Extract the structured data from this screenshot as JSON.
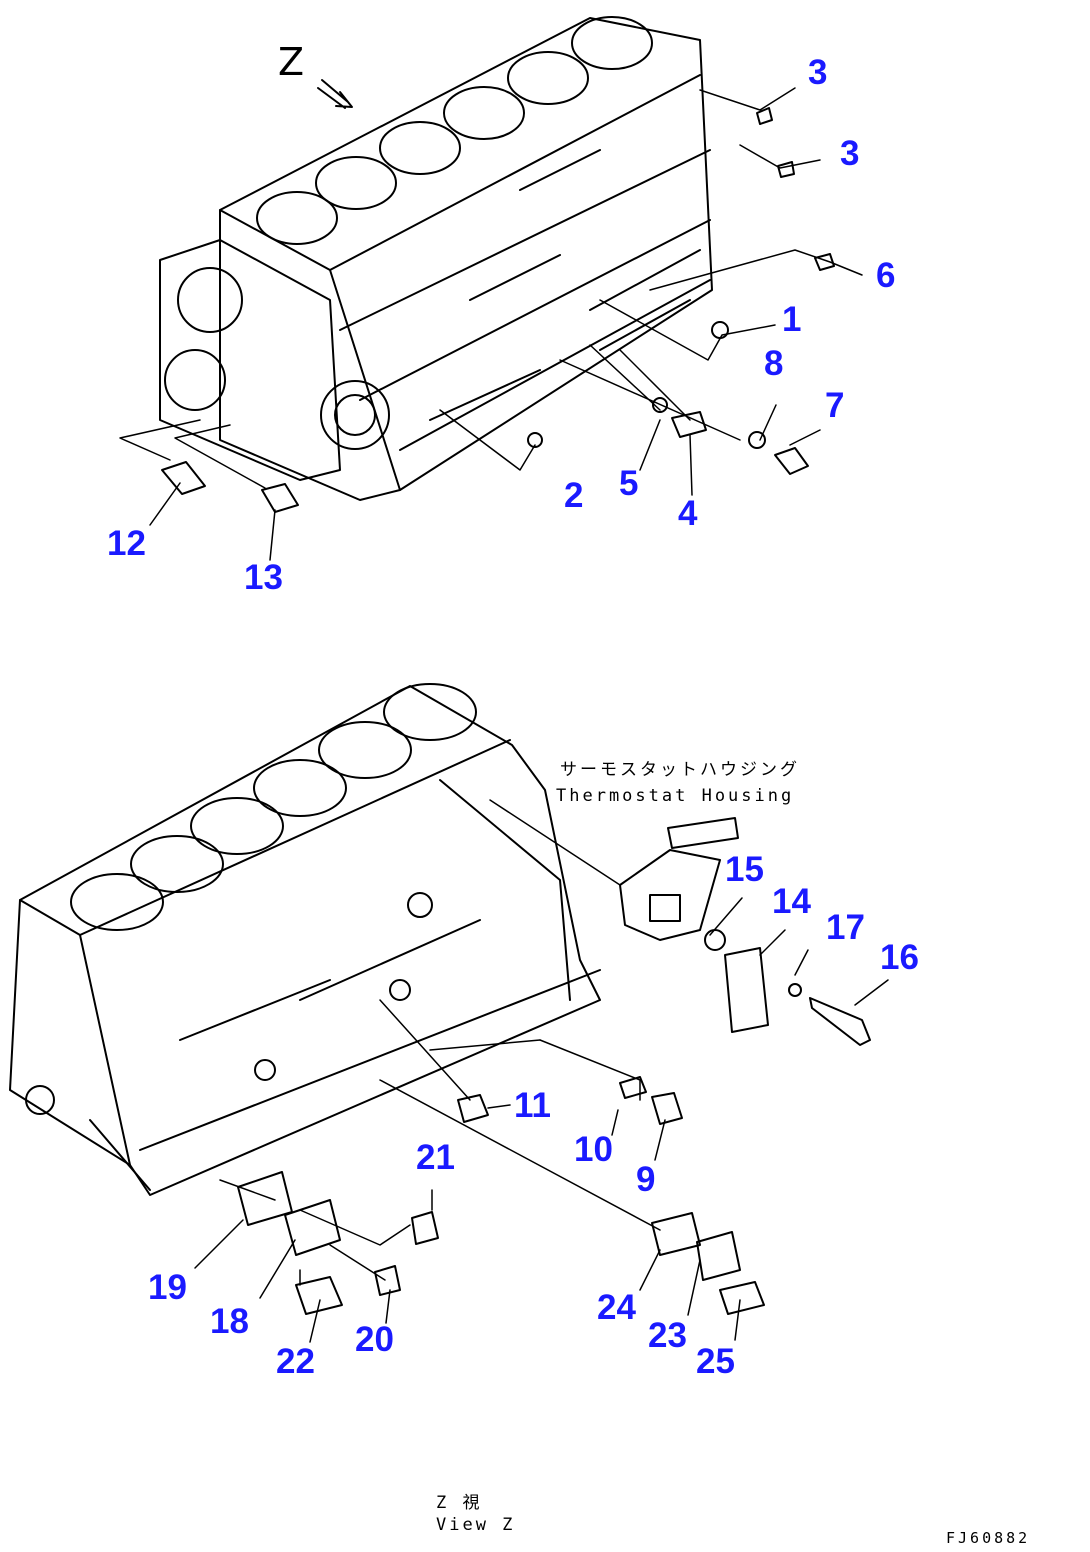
{
  "view_marker": "Z",
  "callouts": [
    {
      "id": "c3a",
      "label": "3"
    },
    {
      "id": "c3b",
      "label": "3"
    },
    {
      "id": "c6",
      "label": "6"
    },
    {
      "id": "c1",
      "label": "1"
    },
    {
      "id": "c8",
      "label": "8"
    },
    {
      "id": "c7",
      "label": "7"
    },
    {
      "id": "c2",
      "label": "2"
    },
    {
      "id": "c5",
      "label": "5"
    },
    {
      "id": "c4",
      "label": "4"
    },
    {
      "id": "c12",
      "label": "12"
    },
    {
      "id": "c13",
      "label": "13"
    },
    {
      "id": "c15",
      "label": "15"
    },
    {
      "id": "c14",
      "label": "14"
    },
    {
      "id": "c17",
      "label": "17"
    },
    {
      "id": "c16",
      "label": "16"
    },
    {
      "id": "c11",
      "label": "11"
    },
    {
      "id": "c10",
      "label": "10"
    },
    {
      "id": "c9",
      "label": "9"
    },
    {
      "id": "c21",
      "label": "21"
    },
    {
      "id": "c19",
      "label": "19"
    },
    {
      "id": "c18",
      "label": "18"
    },
    {
      "id": "c20",
      "label": "20"
    },
    {
      "id": "c22",
      "label": "22"
    },
    {
      "id": "c24",
      "label": "24"
    },
    {
      "id": "c23",
      "label": "23"
    },
    {
      "id": "c25",
      "label": "25"
    }
  ],
  "thermostat_housing": {
    "japanese": "サーモスタットハウジング",
    "english": "Thermostat Housing"
  },
  "view_caption": {
    "japanese": "Z 視",
    "english": "View Z"
  },
  "drawing_code": "FJ60882",
  "colors": {
    "callout": "#1a1aff",
    "line": "#000000",
    "background": "#ffffff"
  }
}
